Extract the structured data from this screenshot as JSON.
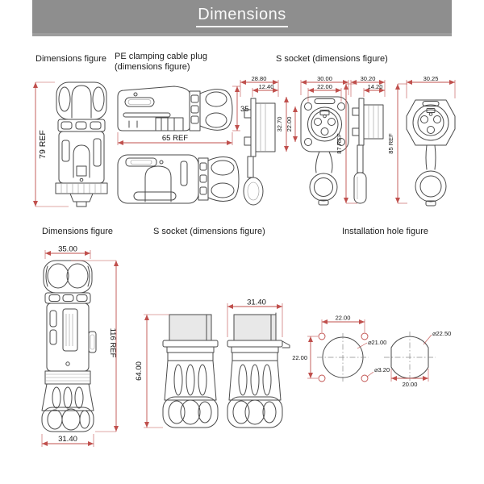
{
  "header": {
    "title": "Dimensions"
  },
  "labels": {
    "top_left": "Dimensions figure",
    "top_middle_line1": "PE clamping cable plug",
    "top_middle_line2": "(dimensions figure)",
    "top_right": "S socket (dimensions figure)",
    "bottom_left": "Dimensions figure",
    "bottom_middle": "S socket (dimensions figure)",
    "bottom_right": "Installation hole figure"
  },
  "figures": {
    "plug_side": {
      "height_ref": "79 REF"
    },
    "pe_plug": {
      "height": "35",
      "length_ref": "65 REF"
    },
    "s_socket_top": {
      "view1_width": "28.80",
      "view1_depth": "12.40",
      "view2_width": "30.00",
      "view2_hole_spacing": "22.00",
      "view2_height": "32.70",
      "view2_hole_spacing_v": "22.00",
      "view3_height_ref": "87 REF",
      "view3_width": "30.20",
      "view3_depth": "14.20",
      "view4_height_ref": "85 REF",
      "view4_width": "30.25"
    },
    "mated_pair": {
      "top_width": "35.00",
      "height_ref": "116 REF",
      "bottom_width": "31.40"
    },
    "s_socket_front": {
      "height": "64.00",
      "width": "31.40"
    },
    "installation": {
      "hole_spacing_h": "22.00",
      "hole_spacing_v": "22.00",
      "panel_hole_dia": "⌀21.00",
      "screw_hole_dia": "⌀3.20",
      "d_hole_dia": "⌀22.50",
      "d_hole_flat": "20.00"
    }
  },
  "colors": {
    "banner": "#8e8e8e",
    "dimension_line": "#c0504d",
    "drawing_line": "#4a4a4a"
  }
}
